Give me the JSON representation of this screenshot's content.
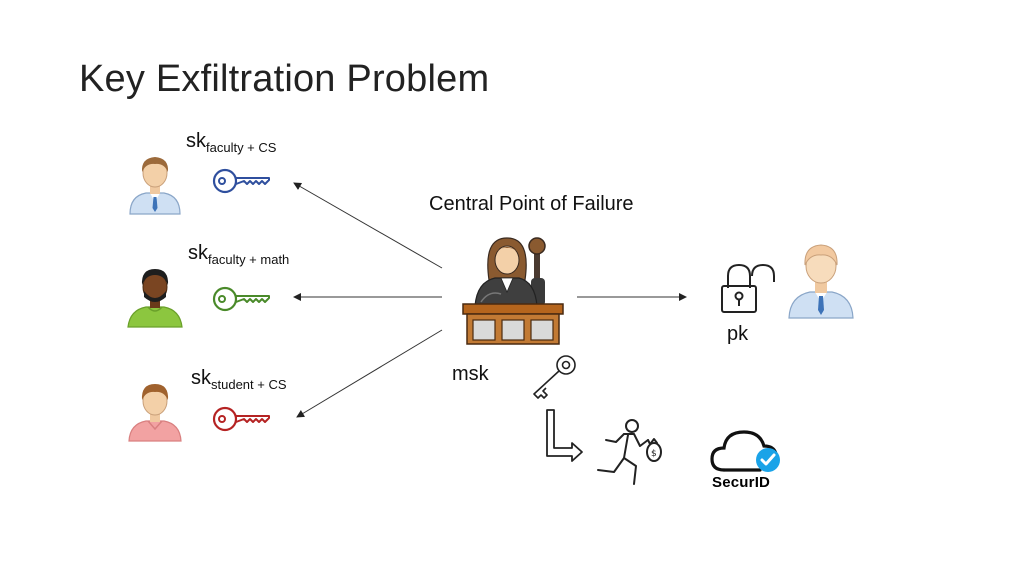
{
  "title": "Key Exfiltration Problem",
  "users": [
    {
      "sk_base": "sk",
      "sk_sub": "faculty + CS",
      "key_color": "#2f4f9e"
    },
    {
      "sk_base": "sk",
      "sk_sub": "faculty + math",
      "key_color": "#4a8a2a"
    },
    {
      "sk_base": "sk",
      "sk_sub": "student + CS",
      "key_color": "#b52323"
    }
  ],
  "center": {
    "label": "Central Point of Failure",
    "msk_label": "msk"
  },
  "right": {
    "pk_label": "pk"
  },
  "brand": {
    "securid": "SecurID",
    "securid_check_color": "#1aa3e8"
  }
}
